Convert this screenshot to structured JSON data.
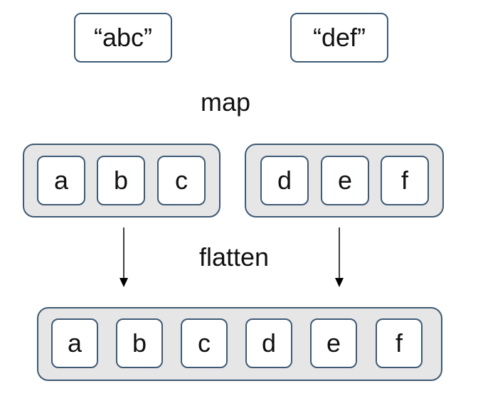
{
  "inputs": [
    "“abc”",
    "“def”"
  ],
  "step1_label": "map",
  "mapped_groups": [
    [
      "a",
      "b",
      "c"
    ],
    [
      "d",
      "e",
      "f"
    ]
  ],
  "step2_label": "flatten",
  "flattened": [
    "a",
    "b",
    "c",
    "d",
    "e",
    "f"
  ],
  "colors": {
    "border": "#3e5a75",
    "group_fill": "#e6e6e6",
    "box_fill": "#ffffff",
    "arrow": "#000000"
  }
}
